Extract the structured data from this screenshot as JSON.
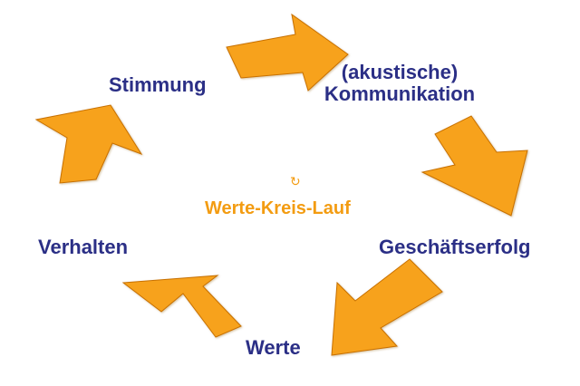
{
  "center": {
    "title": "Werte-Kreis-Lauf",
    "icon": "cycle-icon"
  },
  "nodes": {
    "stimmung": "Stimmung",
    "kommunikation_line1": "(akustische)",
    "kommunikation_line2": "Kommunikation",
    "geschaeftserfolg": "Geschäftserfolg",
    "werte": "Werte",
    "verhalten": "Verhalten"
  },
  "colors": {
    "arrow_fill": "#f7a21b",
    "arrow_stroke": "#c76f00",
    "label_text": "#2b2f86",
    "center_text": "#f39c12"
  }
}
